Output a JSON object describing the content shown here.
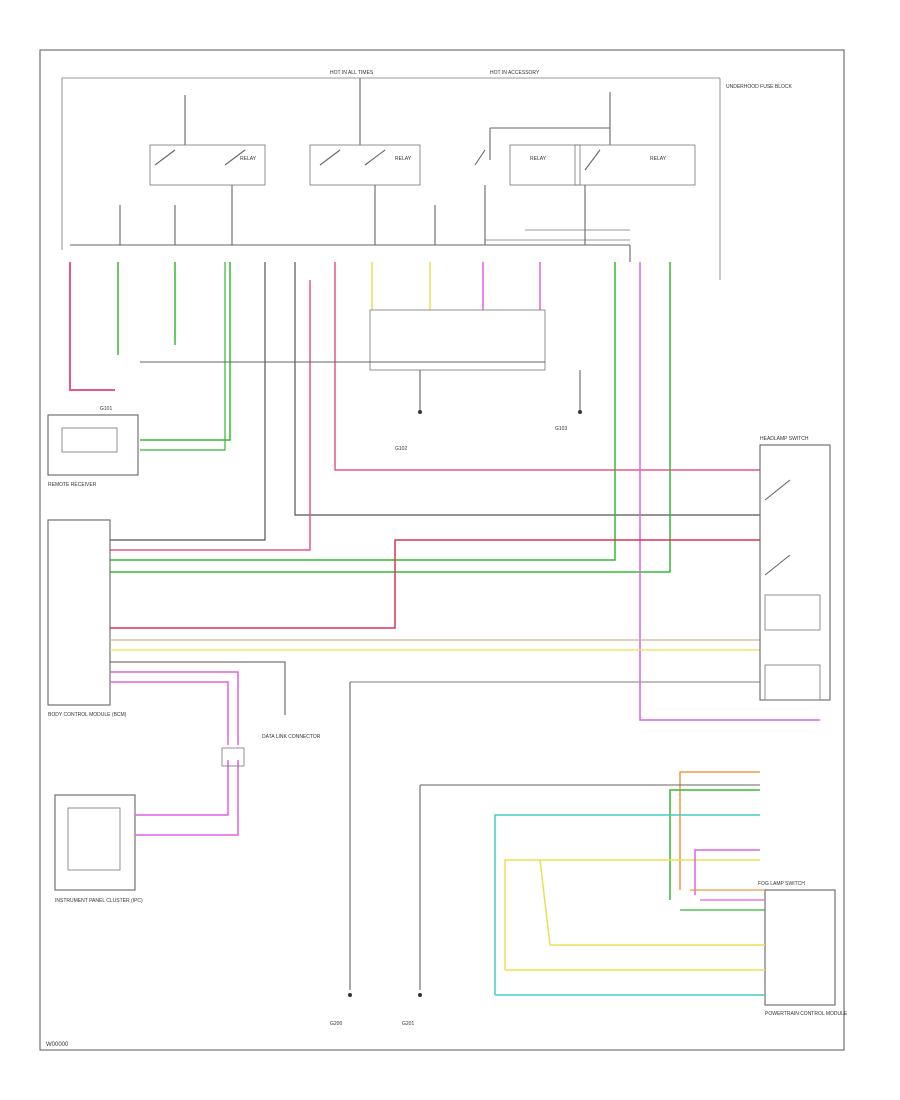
{
  "diagram": {
    "top_labels": {
      "hot_in_run": "HOT IN ALL TIMES",
      "hot_accessory": "HOT IN ACCESSORY",
      "fuse_block": "UNDERHOOD FUSE BLOCK"
    },
    "main_modules": {
      "body_control_module": "BODY CONTROL MODULE (BCM)",
      "remote_receiver": "REMOTE RECEIVER",
      "instrument_cluster": "INSTRUMENT PANEL CLUSTER (IPC)",
      "headlamp_switch": "HEADLAMP SWITCH",
      "fog_lamp_switch": "FOG LAMP SWITCH",
      "powertrain_module": "POWERTRAIN CONTROL MODULE"
    },
    "relays": [
      {
        "id": "relay-1",
        "label": "RELAY"
      },
      {
        "id": "relay-2",
        "label": "RELAY"
      },
      {
        "id": "relay-3",
        "label": "RELAY"
      },
      {
        "id": "relay-4",
        "label": "RELAY"
      }
    ],
    "grounds": [
      {
        "id": "g-left",
        "label": "G101"
      },
      {
        "id": "g-mid",
        "label": "G102"
      },
      {
        "id": "g-right",
        "label": "G103"
      },
      {
        "id": "g-bottom-left",
        "label": "G200"
      },
      {
        "id": "g-bottom-right",
        "label": "G201"
      }
    ],
    "connector": "DATA LINK CONNECTOR",
    "footer_code": "W00000"
  },
  "colors": {
    "pink": "#e8558a",
    "green": "#33bb33",
    "magenta": "#e060e0",
    "yellow": "#e8e055",
    "cyan": "#44cccc",
    "orange": "#ee9944",
    "red": "#dd3355",
    "tan": "#c9b990"
  }
}
